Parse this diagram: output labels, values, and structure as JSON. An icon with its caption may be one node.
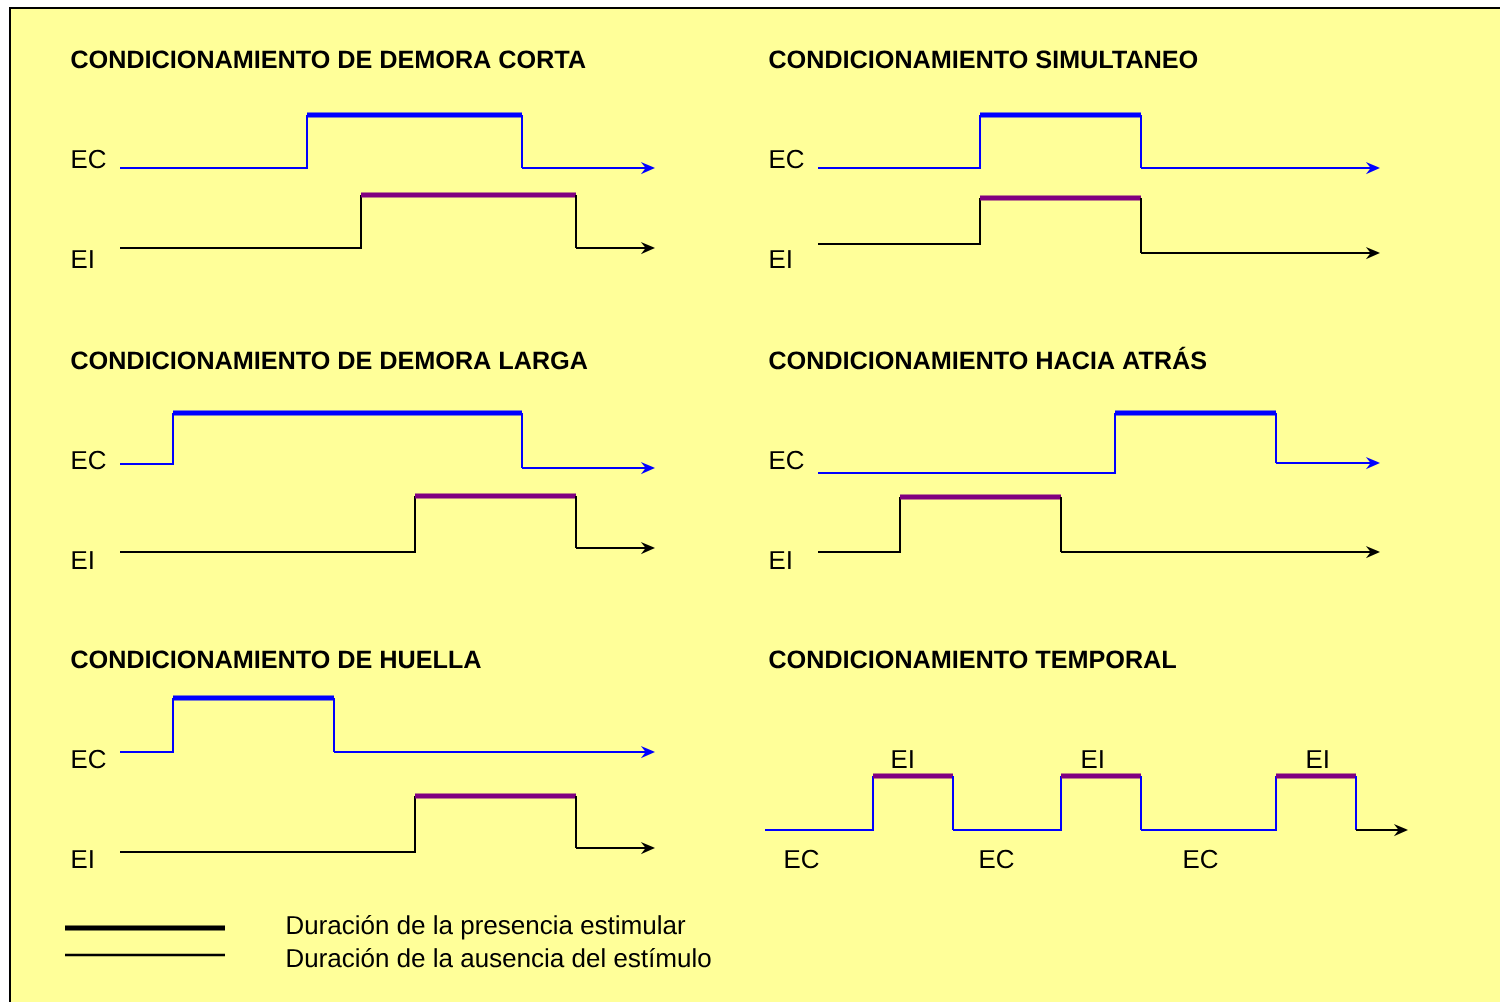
{
  "diagram": {
    "labels": [
      "CONDICIONAMIENTO DE DEMORA CORTA",
      "EC",
      "EI",
      "CONDICIONAMIENTO SIMULTANEO",
      "EC",
      "EI",
      "CONDICIONAMIENTO DE DEMORA LARGA",
      "EC",
      "EI",
      "CONDICIONAMIENTO HACIA ATRÁS",
      "EC",
      "EI",
      "CONDICIONAMIENTO DE HUELLA",
      "EC",
      "EI",
      "CONDICIONAMIENTO TEMPORAL",
      "EI",
      "EI",
      "EI",
      "EC",
      "EC",
      "EC"
    ],
    "legend": [
      {
        "text": "Duración de la presencia estimular"
      },
      {
        "text": "Duración de la ausencia del estímulo"
      }
    ]
  }
}
